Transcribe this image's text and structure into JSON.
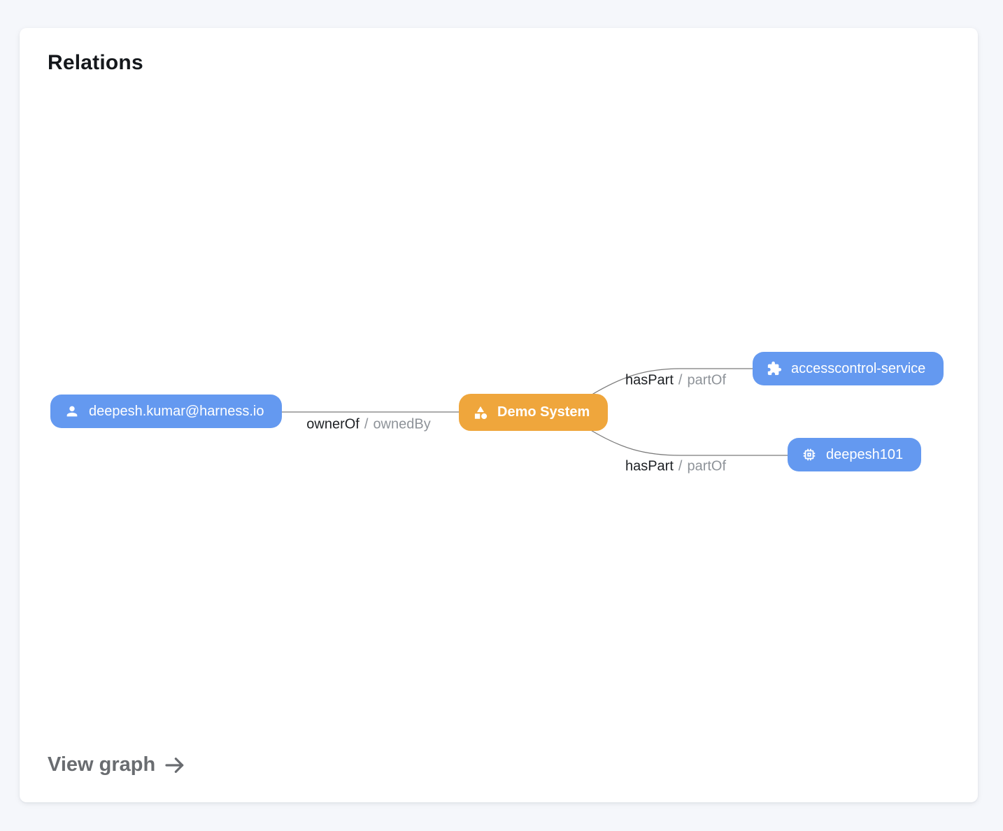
{
  "card": {
    "title": "Relations",
    "view_graph_label": "View graph",
    "view_graph_icon": "arrow-right-icon"
  },
  "colors": {
    "page_background": "#f5f7fb",
    "card_background": "#ffffff",
    "node_blue": "#6499f0",
    "node_orange": "#efa63c",
    "edge_line_gray": "#7b7b7b",
    "edge_label_primary": "#1e2125",
    "edge_label_secondary": "#8e9399",
    "footer_link_gray": "#696c70"
  },
  "graph": {
    "nodes": [
      {
        "id": "user",
        "label": "deepesh.kumar@harness.io",
        "icon": "person-icon",
        "color": "#6499f0"
      },
      {
        "id": "system",
        "label": "Demo System",
        "icon": "category-icon",
        "color": "#efa63c"
      },
      {
        "id": "component",
        "label": "accesscontrol-service",
        "icon": "puzzle-icon",
        "color": "#6499f0"
      },
      {
        "id": "resource",
        "label": "deepesh101",
        "icon": "chip-icon",
        "color": "#6499f0"
      }
    ],
    "edges": [
      {
        "from": "deepesh.kumar@harness.io",
        "to": "Demo System",
        "forward": "ownerOf",
        "sep": "/",
        "reverse": "ownedBy"
      },
      {
        "from": "Demo System",
        "to": "accesscontrol-service",
        "forward": "hasPart",
        "sep": "/",
        "reverse": "partOf"
      },
      {
        "from": "Demo System",
        "to": "deepesh101",
        "forward": "hasPart",
        "sep": "/",
        "reverse": "partOf"
      }
    ]
  }
}
